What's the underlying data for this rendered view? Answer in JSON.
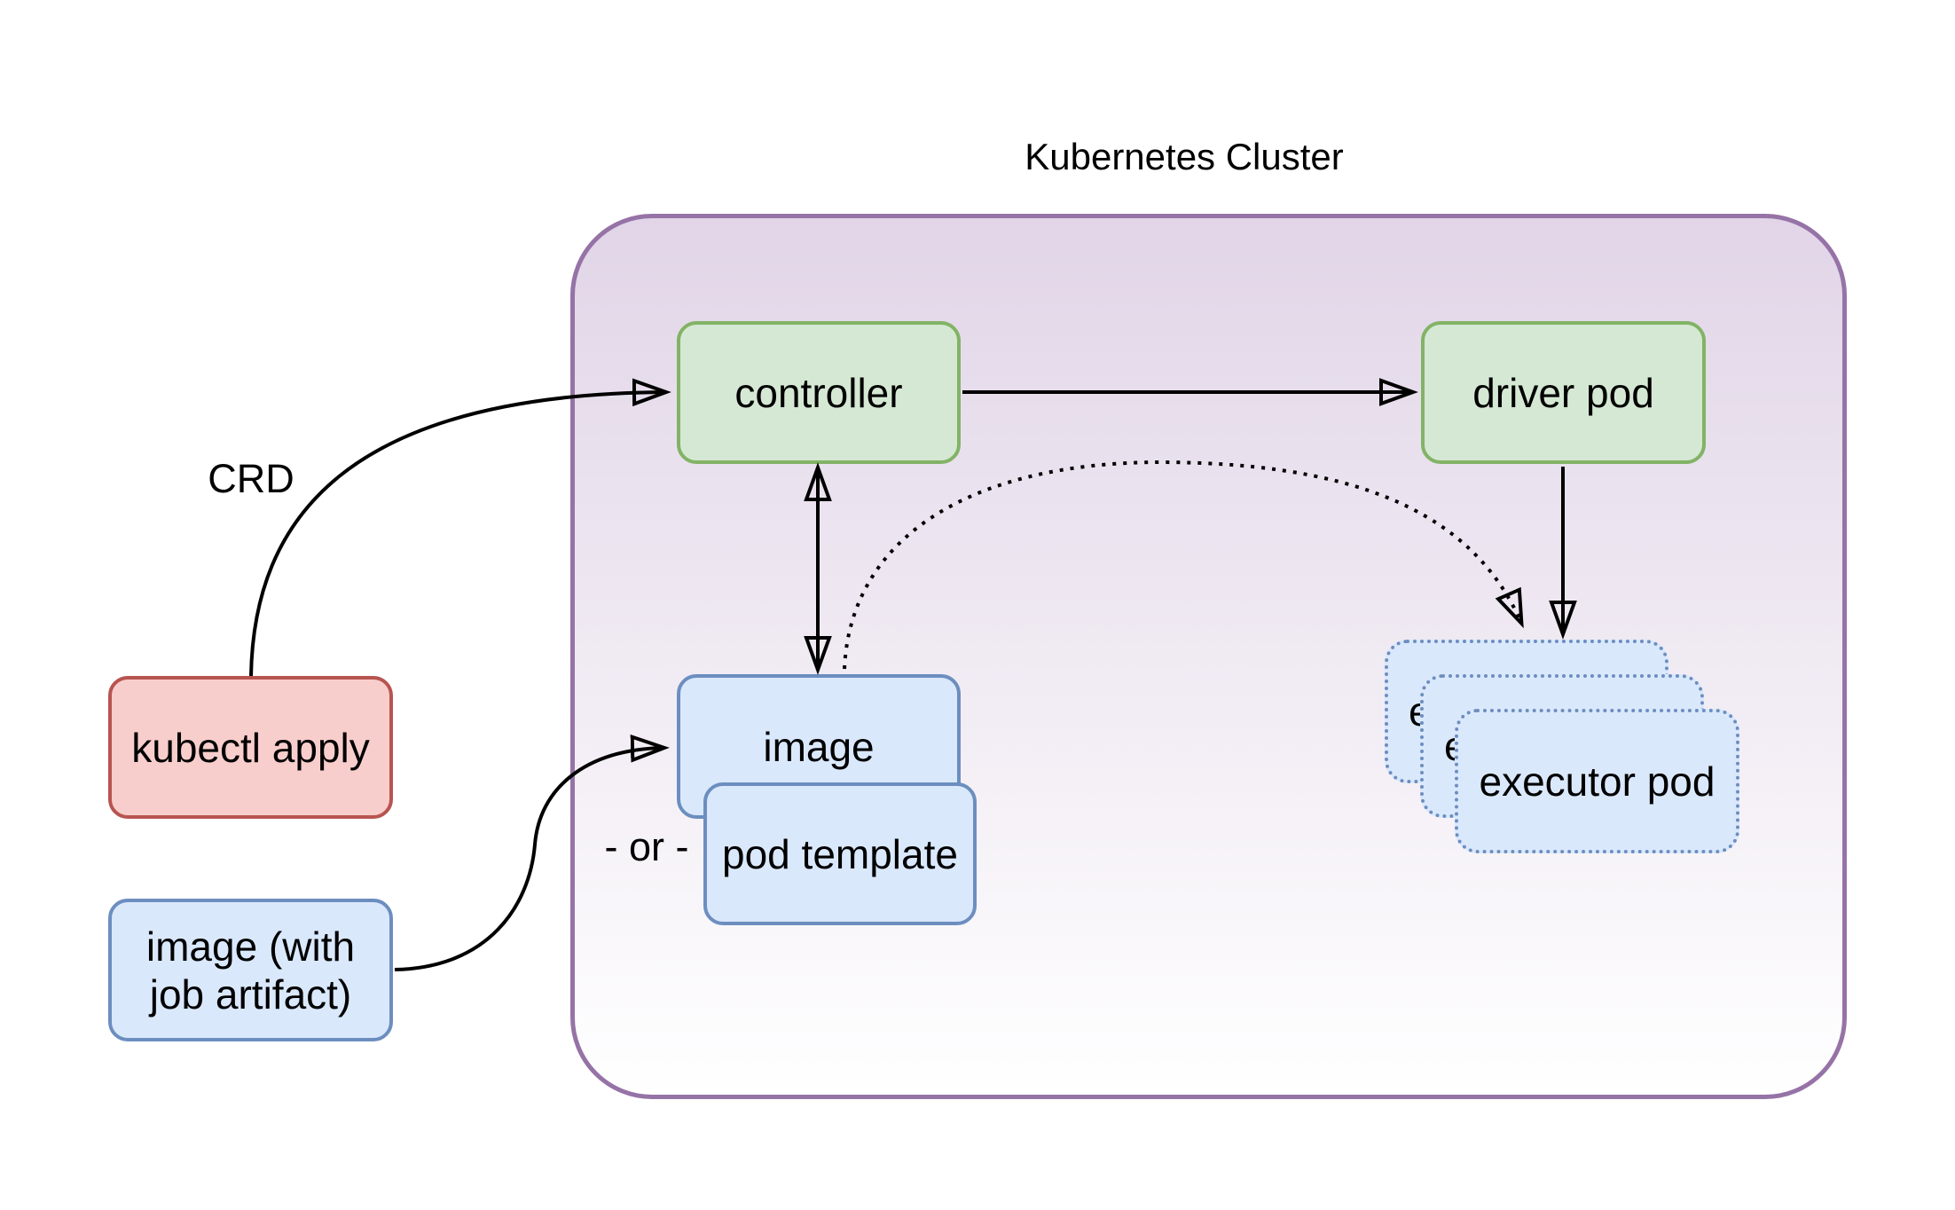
{
  "diagram": {
    "title": "Kubernetes Cluster",
    "nodes": {
      "kubectl_apply": "kubectl apply",
      "job_image_line1": "image (with",
      "job_image_line2": "job artifact)",
      "controller": "controller",
      "driver_pod": "driver pod",
      "image": "image",
      "pod_template": "pod template",
      "executor_pod": "executor pod"
    },
    "edge_labels": {
      "crd": "CRD",
      "or": "- or -"
    },
    "colors": {
      "cluster_border": "#9673a6",
      "cluster_fill_top": "#e1d5e7",
      "cluster_fill_bottom": "#ffffff",
      "green_fill": "#d5e8d4",
      "green_border": "#82b366",
      "blue_fill": "#dae8fc",
      "blue_border": "#6c8ebf",
      "red_fill": "#f8cecc",
      "red_border": "#b85450",
      "arrow": "#000000",
      "text": "#000000"
    }
  }
}
